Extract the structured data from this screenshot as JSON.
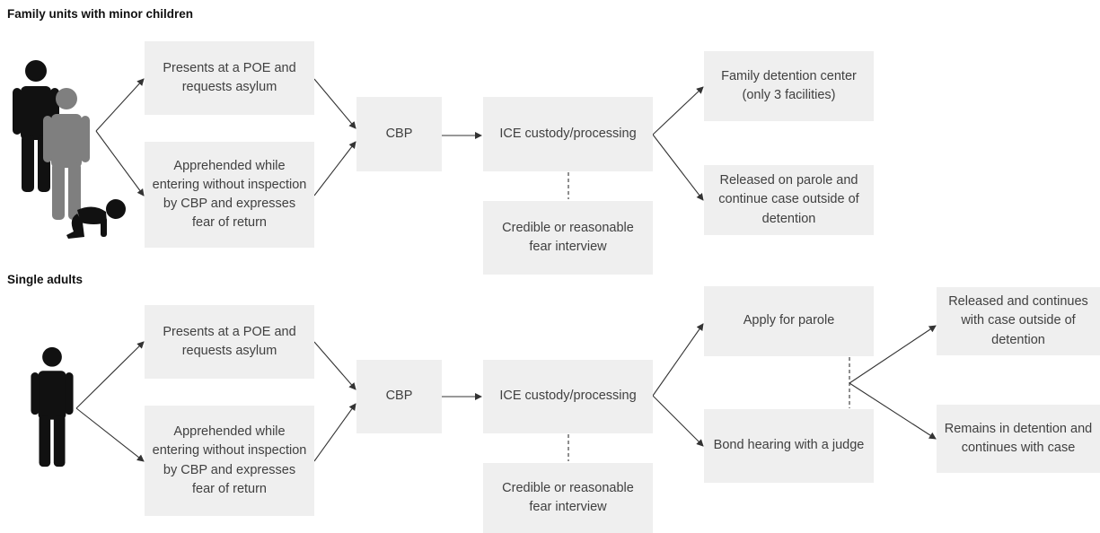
{
  "colors": {
    "box_fill": "#efefef",
    "text": "#404040",
    "adult_dark": "#111111",
    "adult_gray": "#7f7f7f",
    "line": "#333333"
  },
  "family": {
    "title": "Family units with minor children",
    "icons": [
      "adult-person-icon",
      "adult-person-gray-icon",
      "crawling-baby-icon"
    ],
    "boxes": {
      "poe": "Presents at a POE and requests asylum",
      "apprehended": "Apprehended while entering without inspection by CBP and expresses fear of return",
      "cbp": "CBP",
      "ice": "ICE custody/processing",
      "interview": "Credible or reasonable fear interview",
      "detention": "Family detention center (only 3 facilities)",
      "parole": "Released on parole and continue case outside of detention"
    }
  },
  "single": {
    "title": "Single adults",
    "icons": [
      "adult-person-icon"
    ],
    "boxes": {
      "poe": "Presents at a POE and requests asylum",
      "apprehended": "Apprehended while entering without inspection by CBP and expresses fear of return",
      "cbp": "CBP",
      "ice": "ICE custody/processing",
      "interview": "Credible or reasonable fear interview",
      "apply_parole": "Apply for parole",
      "bond": "Bond hearing with a judge",
      "released": "Released and continues with case outside of detention",
      "remains": "Remains in detention and continues with case"
    }
  }
}
